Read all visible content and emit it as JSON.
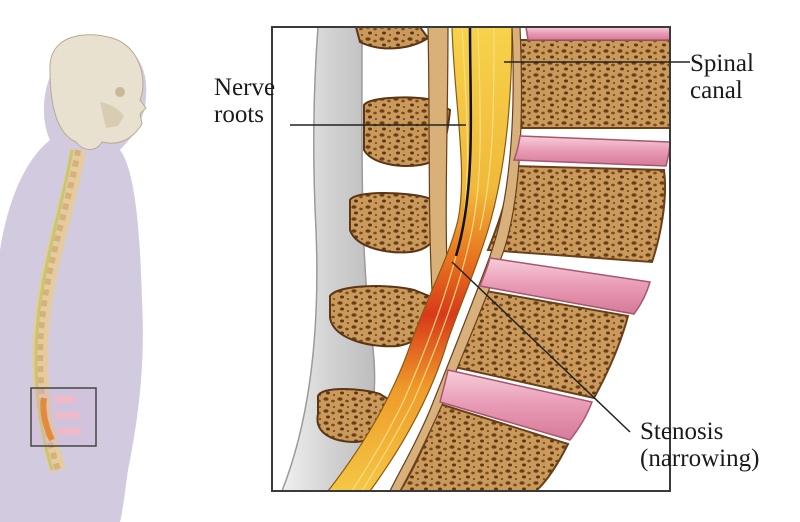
{
  "labels": {
    "nerve_roots_line1": "Nerve",
    "nerve_roots_line2": "roots",
    "spinal_canal_line1": "Spinal",
    "spinal_canal_line2": "canal",
    "stenosis_line1": "Stenosis",
    "stenosis_line2": "(narrowing)"
  },
  "colors": {
    "body_silhouette": "#cfc7de",
    "skull": "#e6dfcf",
    "bone_outline": "#7a4a1f",
    "bone_fill": "#c89a5c",
    "bone_pore": "#6b3f18",
    "disc": "#e59bb4",
    "disc_highlight": "#f6c9d8",
    "ligament": "#dcdcdc",
    "nerve_yellow": "#f1c232",
    "nerve_orange": "#e8741e",
    "nerve_red": "#d8391a",
    "frame": "#333333",
    "leader": "#222222"
  }
}
